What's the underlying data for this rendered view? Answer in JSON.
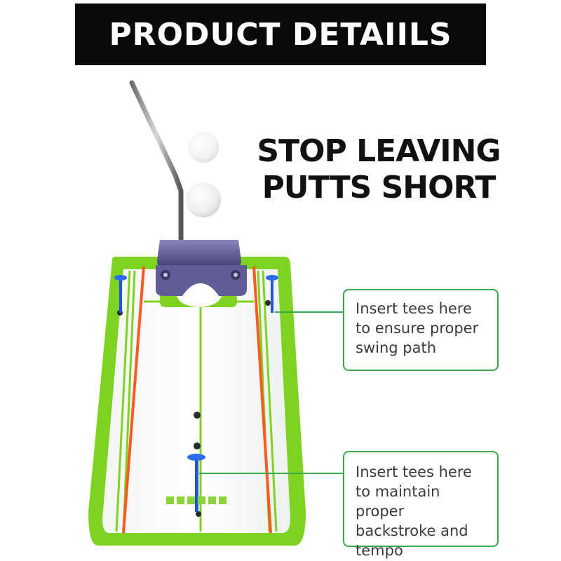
{
  "banner": {
    "title": "PRODUCT DETAIILS"
  },
  "headline": {
    "line1": "STOP LEAVING",
    "line2": "PUTTS SHORT"
  },
  "callouts": [
    {
      "lines": [
        "Insert tees here",
        "to ensure proper",
        "swing path"
      ]
    },
    {
      "lines": [
        "Insert tees here",
        "to maintain proper",
        "backstroke and",
        "tempo"
      ]
    }
  ],
  "colors": {
    "mat_green": "#7ed321",
    "stripe_orange": "#ff5a1f",
    "tee_blue": "#1f55d6",
    "callout_border": "#3aa84a"
  },
  "icons": {
    "logo": "brand-logo-icon",
    "putter": "putter-icon",
    "ball": "golf-ball-icon",
    "tee": "golf-tee-icon"
  }
}
